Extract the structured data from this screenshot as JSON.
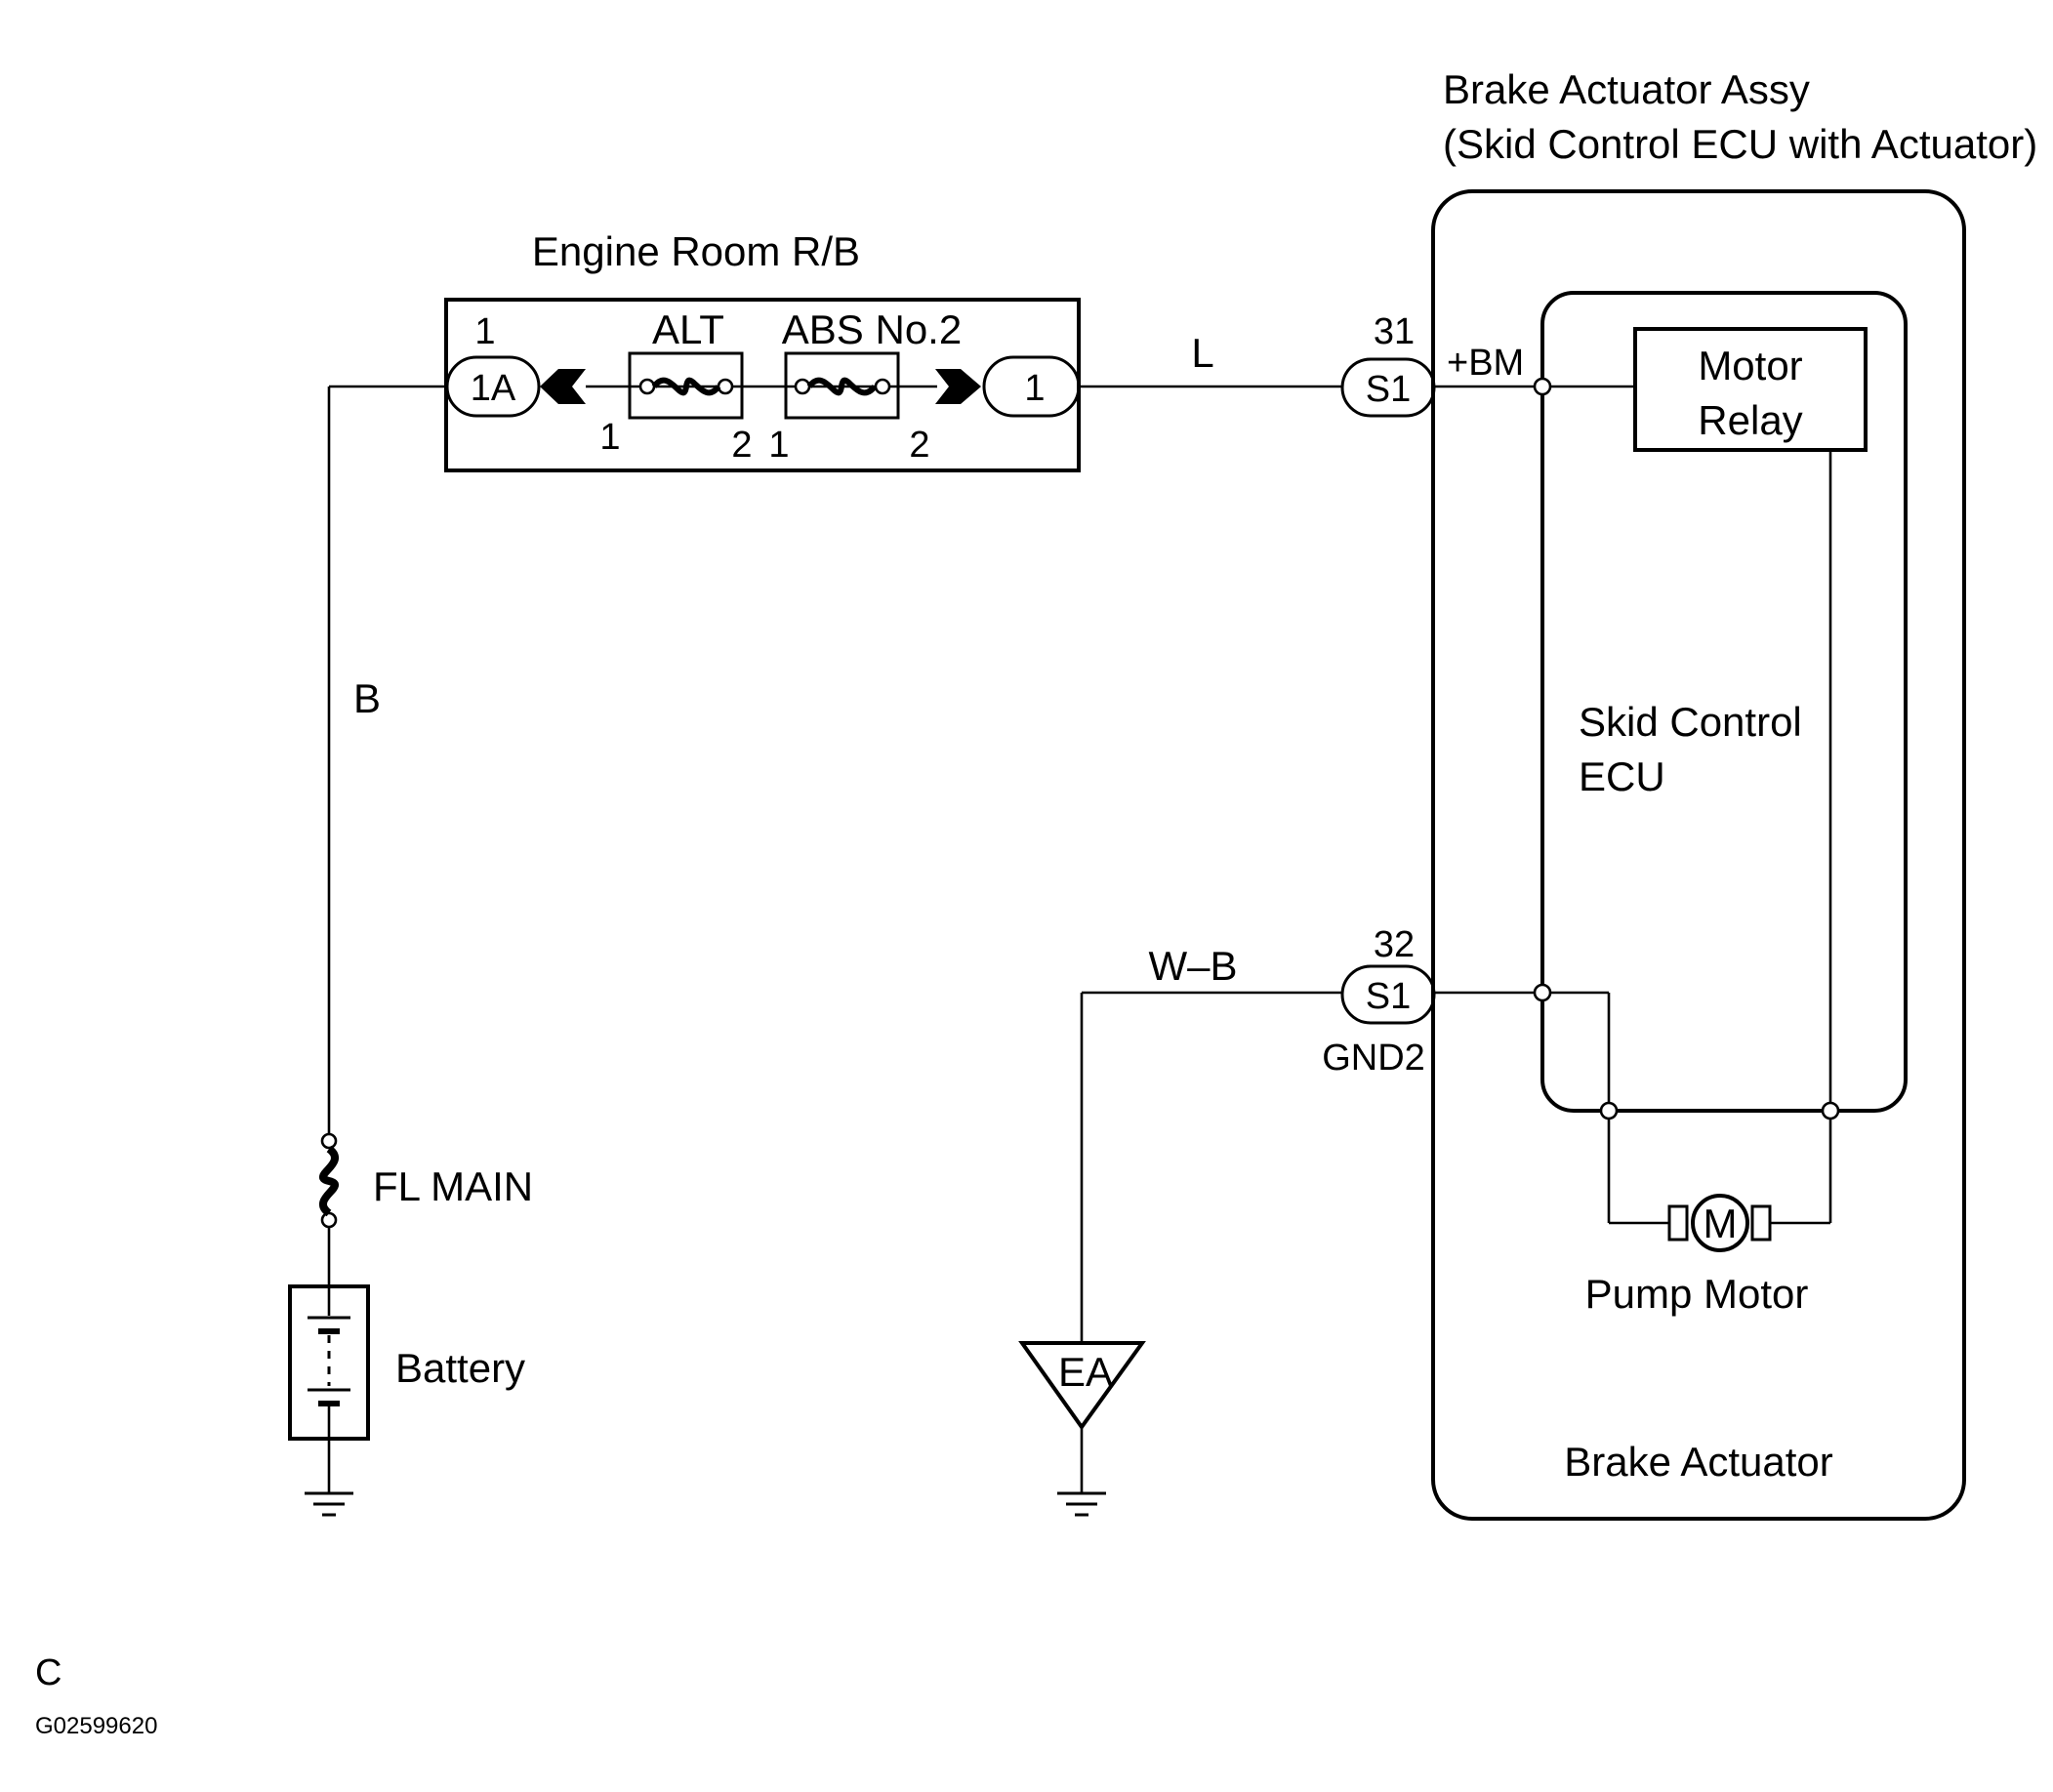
{
  "assembly": {
    "title_line1": "Brake Actuator Assy",
    "title_line2": "(Skid Control ECU with Actuator)",
    "bottom_label": "Brake Actuator"
  },
  "relay_box": {
    "title": "Engine Room R/B",
    "fuse_alt": "ALT",
    "fuse_abs": "ABS No.2",
    "left_connector": "1A",
    "left_connector_pin": "1",
    "right_connector": "1",
    "alt_pin_left": "1",
    "alt_pin_right": "2",
    "abs_pin_left": "1",
    "abs_pin_right": "2"
  },
  "wires": {
    "l": "L",
    "b": "B",
    "wb": "W–B"
  },
  "connectors": {
    "top": {
      "pin": "31",
      "name": "S1",
      "terminal": "+BM"
    },
    "bottom": {
      "pin": "32",
      "name": "S1",
      "terminal": "GND2"
    }
  },
  "ecu": {
    "line1": "Skid Control",
    "line2": "ECU",
    "relay_line1": "Motor",
    "relay_line2": "Relay"
  },
  "motor": {
    "symbol": "M",
    "label": "Pump Motor"
  },
  "power": {
    "fuse_label": "FL MAIN",
    "battery_label": "Battery"
  },
  "ground": {
    "label": "EA"
  },
  "footer": {
    "letter": "C",
    "code": "G02599620"
  }
}
